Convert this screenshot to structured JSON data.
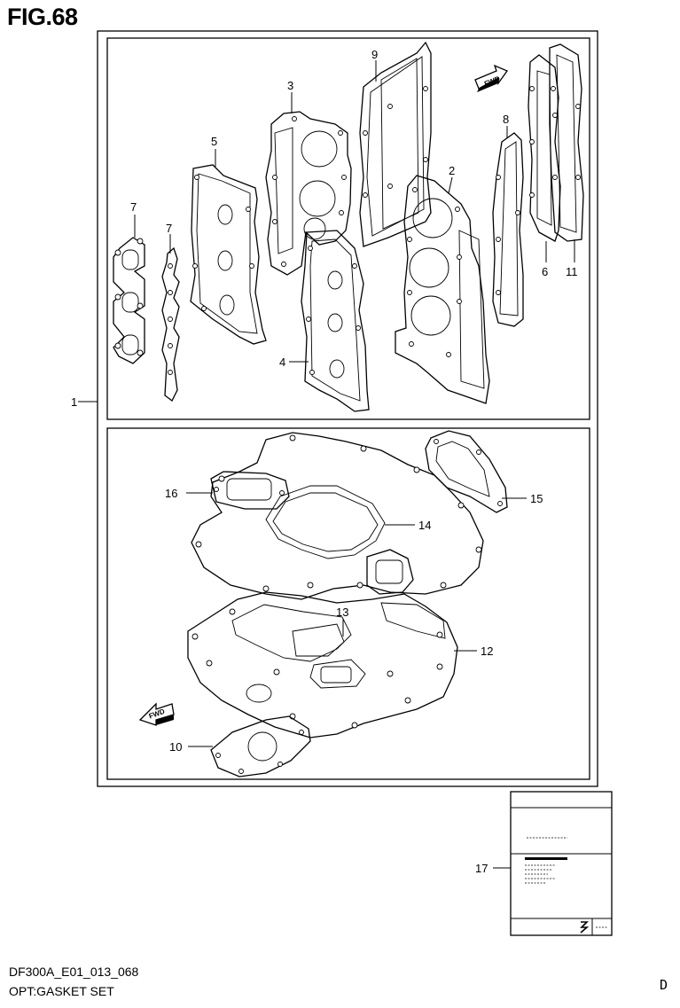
{
  "figure": {
    "title": "FIG.68"
  },
  "footer": {
    "code": "DF300A_E01_013_068",
    "name": "OPT:GASKET SET",
    "page": "D"
  },
  "callouts": {
    "p1": "1",
    "p2": "2",
    "p3": "3",
    "p4": "4",
    "p5": "5",
    "p6": "6",
    "p7a": "7",
    "p7b": "7",
    "p8": "8",
    "p9": "9",
    "p10": "10",
    "p11": "11",
    "p12": "12",
    "p13": "13",
    "p14": "14",
    "p15": "15",
    "p16": "16",
    "p17": "17"
  },
  "fwd_arrows": {
    "top": "FWD",
    "bottom": "FWD"
  },
  "icons": [
    "fwd-arrow-icon",
    "manufacturer-logo-icon",
    "gasket-icon",
    "manual-icon"
  ]
}
